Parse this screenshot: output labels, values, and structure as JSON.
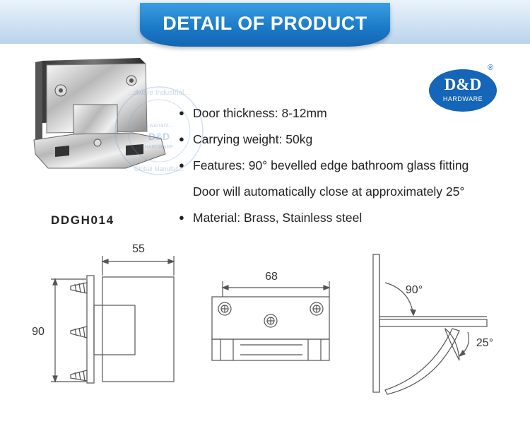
{
  "banner": {
    "title": "DETAIL OF PRODUCT"
  },
  "logo": {
    "main": "D&D",
    "sub": "HARDWARE",
    "registered": "®"
  },
  "watermark": {
    "lines": [
      "...dware Industrial...",
      "...warrant...",
      "D&D",
      "HARDWARE",
      "Global Manufac..."
    ]
  },
  "product": {
    "model": "DDGH014"
  },
  "features": [
    {
      "bullet": "●",
      "text": "Door thickness: 8-12mm"
    },
    {
      "bullet": "●",
      "text": "Carrying weight: 50kg"
    },
    {
      "bullet": "●",
      "text": "Features: 90° bevelled edge bathroom glass fitting"
    },
    {
      "bullet": "",
      "text": "Door will automatically close at approximately 25°"
    },
    {
      "bullet": "●",
      "text": "Material: Brass, Stainless steel"
    }
  ],
  "drawings": {
    "side": {
      "width_label": "55",
      "height_label": "90"
    },
    "front": {
      "width_label": "68"
    },
    "angles": {
      "open_label": "90°",
      "close_label": "25°"
    }
  }
}
